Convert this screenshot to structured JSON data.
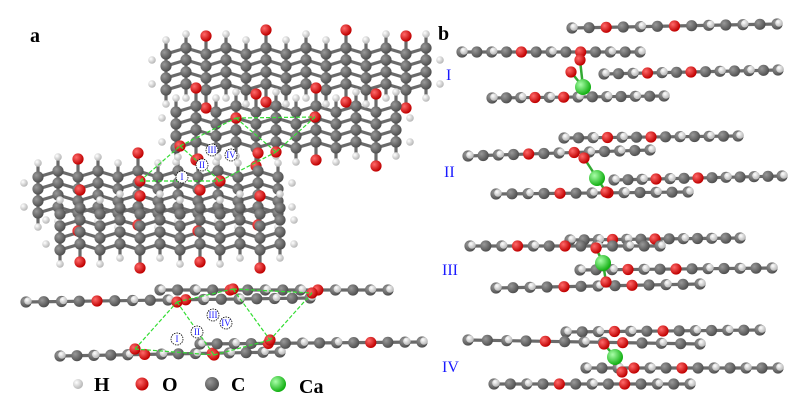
{
  "panels": {
    "a": {
      "label": "a",
      "site_markers": [
        "I",
        "II",
        "III",
        "IV"
      ]
    },
    "b": {
      "label": "b",
      "configurations": [
        "I",
        "II",
        "III",
        "IV"
      ]
    }
  },
  "legend": [
    {
      "symbol": "H",
      "color": "#e8e8e8"
    },
    {
      "symbol": "O",
      "color": "#e00000"
    },
    {
      "symbol": "C",
      "color": "#666666"
    },
    {
      "symbol": "Ca",
      "color": "#22cc22"
    }
  ],
  "colors": {
    "bond": "#6a6a6a",
    "cell_lines": "#33dd33",
    "marker_text": "#1a1aff"
  }
}
